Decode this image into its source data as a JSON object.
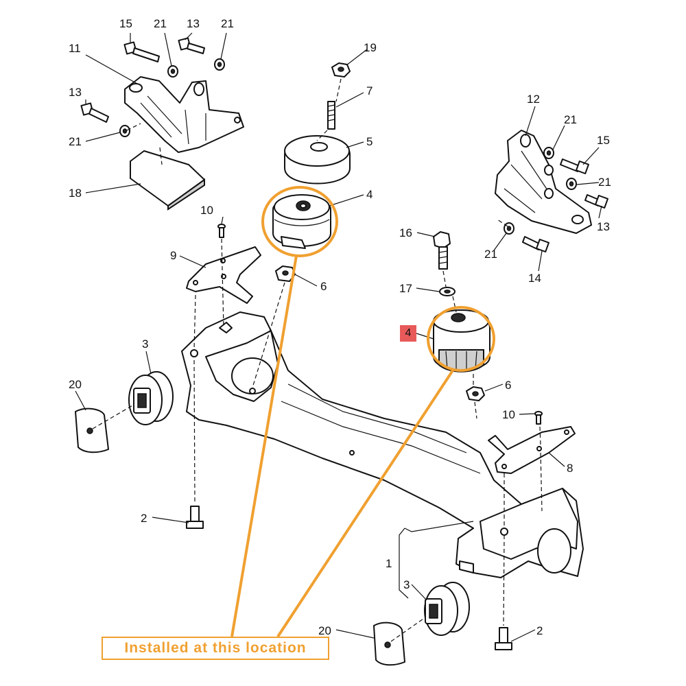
{
  "colors": {
    "highlight": "#f0a030",
    "tag_background": "#e85a5a",
    "line": "#111111"
  },
  "callout": {
    "text": "Installed at this location"
  },
  "highlighted_part": {
    "number": "4"
  },
  "part_numbers": {
    "p15_left": "15",
    "p21_a": "21",
    "p13_top": "13",
    "p21_b": "21",
    "p11": "11",
    "p13_left": "13",
    "p21_left": "21",
    "p18": "18",
    "p19": "19",
    "p7": "7",
    "p5": "5",
    "p4_upper": "4",
    "p10_left": "10",
    "p9": "9",
    "p6_upper": "6",
    "p12": "12",
    "p21_r1": "21",
    "p15_right": "15",
    "p21_r2": "21",
    "p13_right": "13",
    "p21_r3": "21",
    "p14": "14",
    "p16": "16",
    "p17": "17",
    "p6_lower": "6",
    "p10_right": "10",
    "p8": "8",
    "p3_left": "3",
    "p20_left": "20",
    "p2_left": "2",
    "p1": "1",
    "p3_right": "3",
    "p20_right": "20",
    "p2_right": "2"
  }
}
